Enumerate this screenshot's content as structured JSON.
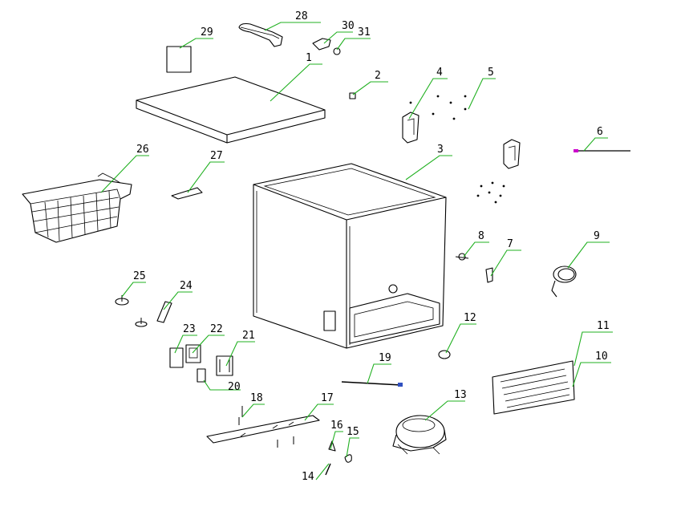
{
  "diagram": {
    "type": "exploded-parts-view",
    "part_labels": [
      "1",
      "2",
      "3",
      "4",
      "5",
      "6",
      "7",
      "8",
      "9",
      "10",
      "11",
      "12",
      "13",
      "14",
      "15",
      "16",
      "17",
      "18",
      "19",
      "20",
      "21",
      "22",
      "23",
      "24",
      "25",
      "26",
      "27",
      "28",
      "29",
      "30",
      "31"
    ],
    "colors": {
      "line": "#000000",
      "leader": "#20b020",
      "accent": "#cc00cc",
      "background": "#ffffff"
    }
  }
}
